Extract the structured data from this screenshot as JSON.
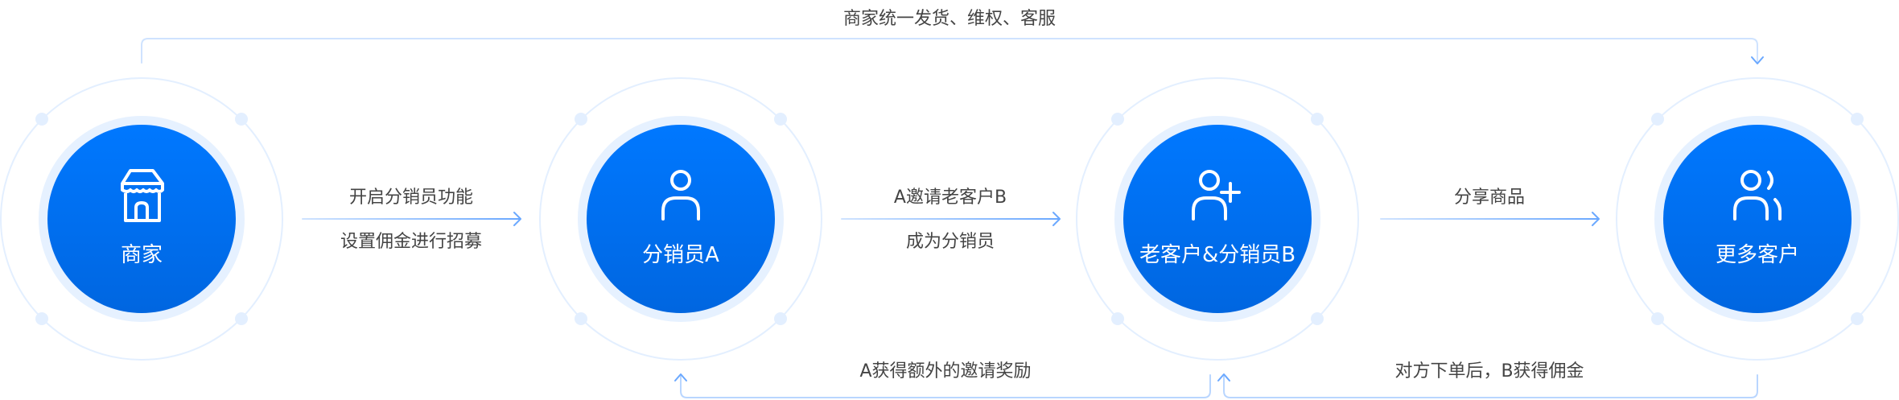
{
  "top_label": "商家统一发货、维权、客服",
  "nodes": [
    {
      "label": "商家",
      "icon": "store-icon"
    },
    {
      "label": "分销员A",
      "icon": "user-icon"
    },
    {
      "label": "老客户&分销员B",
      "icon": "user-add-icon"
    },
    {
      "label": "更多客户",
      "icon": "users-icon"
    }
  ],
  "arrows": [
    {
      "above": "开启分销员功能",
      "below": "设置佣金进行招募"
    },
    {
      "above": "A邀请老客户B",
      "below": "成为分销员"
    },
    {
      "above": "分享商品"
    }
  ],
  "bottom_labels": [
    "A获得额外的邀请奖励",
    "对方下单后，B获得佣金"
  ],
  "colors": {
    "primary": "#0070f5",
    "line": "#8cbcff",
    "ring": "#e3efff"
  }
}
